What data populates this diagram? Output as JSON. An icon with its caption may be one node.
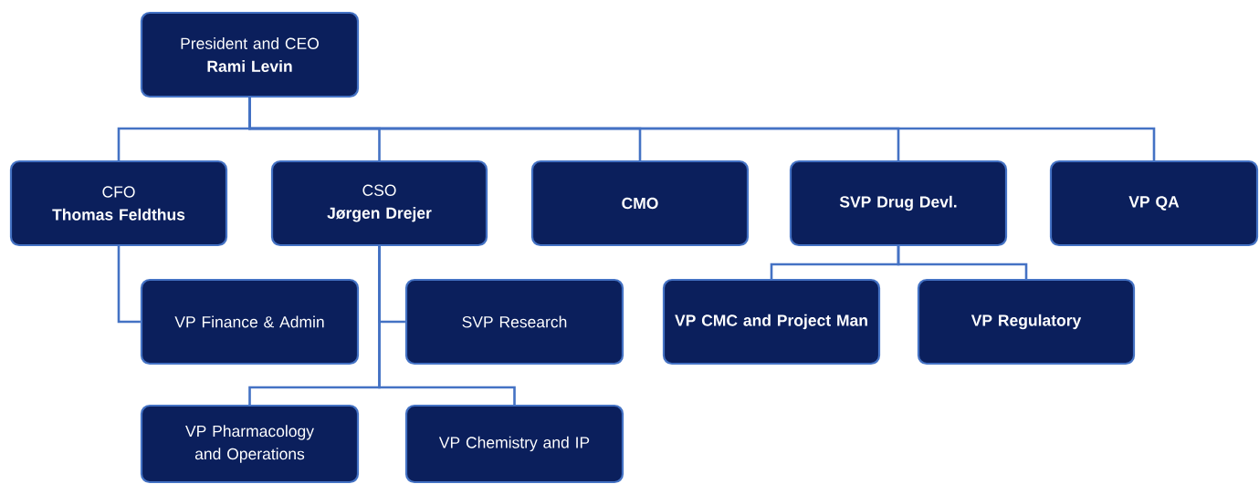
{
  "diagram": {
    "nodes": [
      {
        "text": [
          "President and CEO",
          "Rami Levin"
        ]
      },
      {
        "text": [
          "CFO",
          "Thomas Feldthus"
        ]
      },
      {
        "text": [
          "CSO",
          "Jørgen Drejer"
        ]
      },
      {
        "text": [
          "CMO"
        ]
      },
      {
        "text": [
          "SVP Drug Devl."
        ]
      },
      {
        "text": [
          "VP QA"
        ]
      },
      {
        "text": [
          "VP Finance & Admin"
        ]
      },
      {
        "text": [
          "SVP Research"
        ]
      },
      {
        "text": [
          "VP CMC and Project Man"
        ]
      },
      {
        "text": [
          "VP Regulatory"
        ]
      },
      {
        "text": [
          "VP Pharmacology and Operations"
        ]
      },
      {
        "text": [
          "VP Chemistry and IP"
        ]
      }
    ],
    "edges": [
      {
        "from": 0,
        "to": 1,
        "arrow": "none"
      },
      {
        "from": 0,
        "to": 2,
        "arrow": "none"
      },
      {
        "from": 0,
        "to": 3,
        "arrow": "none"
      },
      {
        "from": 0,
        "to": 4,
        "arrow": "none"
      },
      {
        "from": 0,
        "to": 5,
        "arrow": "none"
      },
      {
        "from": 1,
        "to": 6,
        "arrow": "none"
      },
      {
        "from": 2,
        "to": 7,
        "arrow": "none"
      },
      {
        "from": 2,
        "to": 10,
        "arrow": "none"
      },
      {
        "from": 2,
        "to": 11,
        "arrow": "none"
      },
      {
        "from": 4,
        "to": 8,
        "arrow": "none"
      },
      {
        "from": 4,
        "to": 9,
        "arrow": "none"
      }
    ]
  }
}
